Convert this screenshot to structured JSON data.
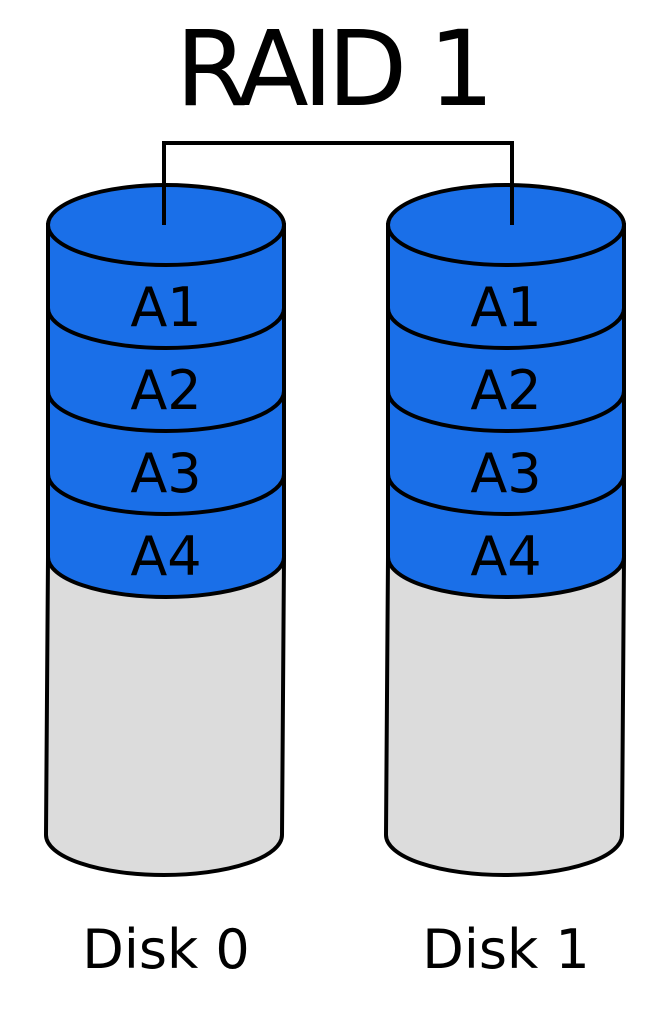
{
  "title": "RAID 1",
  "colors": {
    "block_fill": "#1a6fe8",
    "free_fill": "#dcdcdc",
    "stroke": "#000000",
    "text": "#000000"
  },
  "disks": [
    {
      "label": "Disk 0",
      "blocks": [
        "A1",
        "A2",
        "A3",
        "A4"
      ]
    },
    {
      "label": "Disk 1",
      "blocks": [
        "A1",
        "A2",
        "A3",
        "A4"
      ]
    }
  ]
}
